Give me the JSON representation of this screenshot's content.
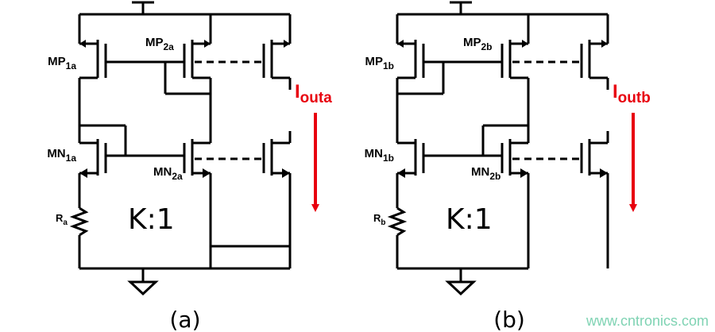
{
  "circuit_a": {
    "mp1": {
      "base": "MP",
      "sub": "1a"
    },
    "mp2": {
      "base": "MP",
      "sub": "2a"
    },
    "mn1": {
      "base": "MN",
      "sub": "1a"
    },
    "mn2": {
      "base": "MN",
      "sub": "2a"
    },
    "resistor": {
      "base": "R",
      "sub": "a"
    },
    "ratio": "K:1",
    "current": {
      "base": "I",
      "sub": "outa"
    },
    "caption": "(a)"
  },
  "circuit_b": {
    "mp1": {
      "base": "MP",
      "sub": "1b"
    },
    "mp2": {
      "base": "MP",
      "sub": "2b"
    },
    "mn1": {
      "base": "MN",
      "sub": "1b"
    },
    "mn2": {
      "base": "MN",
      "sub": "2b"
    },
    "resistor": {
      "base": "R",
      "sub": "b"
    },
    "ratio": "K:1",
    "current": {
      "base": "I",
      "sub": "outb"
    },
    "caption": "(b)"
  },
  "watermark": "www.cntronics.com",
  "colors": {
    "wire": "#000000",
    "current": "#e8000e",
    "watermark": "#7fd3b3"
  }
}
